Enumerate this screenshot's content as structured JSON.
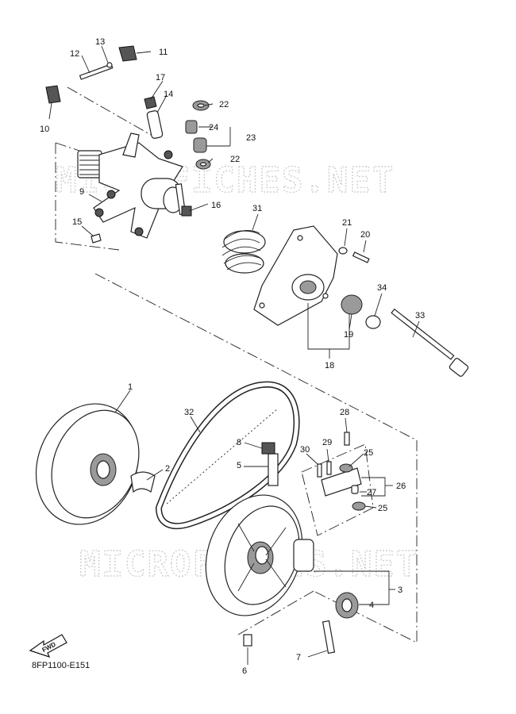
{
  "diagram": {
    "code": "8FP1100-E151",
    "fwd_label": "FWD",
    "watermarks": [
      "MICROFICHES.NET",
      "MICROFICHES.NET"
    ],
    "callouts": [
      {
        "id": "c1",
        "label": "1"
      },
      {
        "id": "c2",
        "label": "2"
      },
      {
        "id": "c3",
        "label": "3"
      },
      {
        "id": "c4",
        "label": "4"
      },
      {
        "id": "c5",
        "label": "5"
      },
      {
        "id": "c6",
        "label": "6"
      },
      {
        "id": "c7",
        "label": "7"
      },
      {
        "id": "c8",
        "label": "8"
      },
      {
        "id": "c9",
        "label": "9"
      },
      {
        "id": "c10",
        "label": "10"
      },
      {
        "id": "c11",
        "label": "11"
      },
      {
        "id": "c12",
        "label": "12"
      },
      {
        "id": "c13",
        "label": "13"
      },
      {
        "id": "c14",
        "label": "14"
      },
      {
        "id": "c15",
        "label": "15"
      },
      {
        "id": "c16",
        "label": "16"
      },
      {
        "id": "c17",
        "label": "17"
      },
      {
        "id": "c18",
        "label": "18"
      },
      {
        "id": "c19",
        "label": "19"
      },
      {
        "id": "c20",
        "label": "20"
      },
      {
        "id": "c21",
        "label": "21"
      },
      {
        "id": "c22a",
        "label": "22"
      },
      {
        "id": "c22b",
        "label": "22"
      },
      {
        "id": "c23",
        "label": "23"
      },
      {
        "id": "c24",
        "label": "24"
      },
      {
        "id": "c25a",
        "label": "25"
      },
      {
        "id": "c25b",
        "label": "25"
      },
      {
        "id": "c26",
        "label": "26"
      },
      {
        "id": "c27",
        "label": "27"
      },
      {
        "id": "c28",
        "label": "28"
      },
      {
        "id": "c29",
        "label": "29"
      },
      {
        "id": "c30",
        "label": "30"
      },
      {
        "id": "c31",
        "label": "31"
      },
      {
        "id": "c32",
        "label": "32"
      },
      {
        "id": "c33",
        "label": "33"
      },
      {
        "id": "c34",
        "label": "34"
      }
    ]
  }
}
